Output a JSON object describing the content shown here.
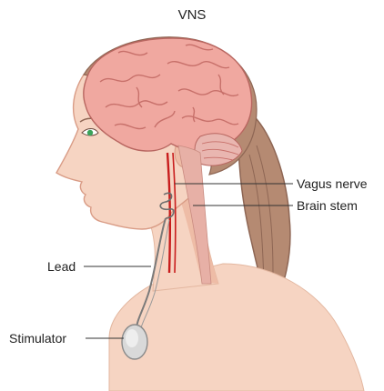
{
  "title": "VNS",
  "labels": {
    "vagus_nerve": "Vagus nerve",
    "brain_stem": "Brain stem",
    "lead": "Lead",
    "stimulator": "Stimulator"
  },
  "colors": {
    "skin": "#f6d4c2",
    "skin_shadow": "#eebca6",
    "brain": "#f0a8a0",
    "brain_fold": "#c7706a",
    "hair": "#b58a72",
    "hair_dark": "#8e6654",
    "hair_tie": "#2f8f96",
    "nerve": "#c81c1c",
    "lead_wire": "#7a7a7a",
    "stimulator": "#d9d9d9",
    "eye": "#3aa35a"
  }
}
